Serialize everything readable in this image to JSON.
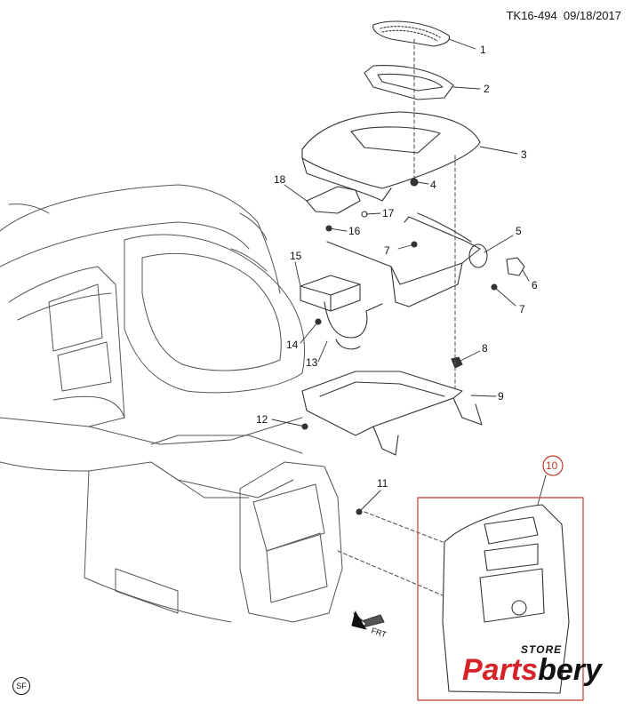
{
  "header": {
    "code": "TK16-494",
    "date": "09/18/2017"
  },
  "callouts": [
    "1",
    "2",
    "3",
    "4",
    "5",
    "6",
    "7",
    "7",
    "8",
    "9",
    "10",
    "11",
    "12",
    "13",
    "14",
    "15",
    "16",
    "17",
    "18"
  ],
  "direction_label": "FRT",
  "badge": "SF",
  "watermark": {
    "store": "STORE",
    "brand_a": "Parts",
    "brand_b": "bery"
  },
  "colors": {
    "line": "#333333",
    "highlight": "#c0392b",
    "brand_red": "#d6232a"
  }
}
